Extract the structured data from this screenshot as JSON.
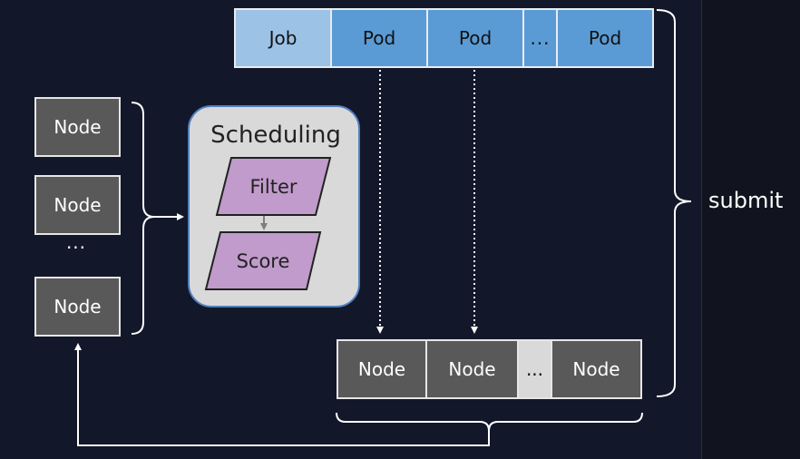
{
  "job_bar": {
    "job": "Job",
    "pods": [
      "Pod",
      "Pod"
    ],
    "dots": "...",
    "last_pod": "Pod"
  },
  "left_nodes": {
    "node1": "Node",
    "node2": "Node",
    "dots": "...",
    "node3": "Node"
  },
  "scheduling": {
    "title": "Scheduling",
    "filter": "Filter",
    "score": "Score"
  },
  "bottom_nodes": {
    "node1": "Node",
    "node2": "Node",
    "dots": "...",
    "node3": "Node"
  },
  "submit_label": "submit",
  "colors": {
    "background": "#13172a",
    "job": "#9cc2e5",
    "pod": "#5b9bd5",
    "node": "#595959",
    "scheduling": "#d9d9d9",
    "stage": "#c09bcb"
  }
}
